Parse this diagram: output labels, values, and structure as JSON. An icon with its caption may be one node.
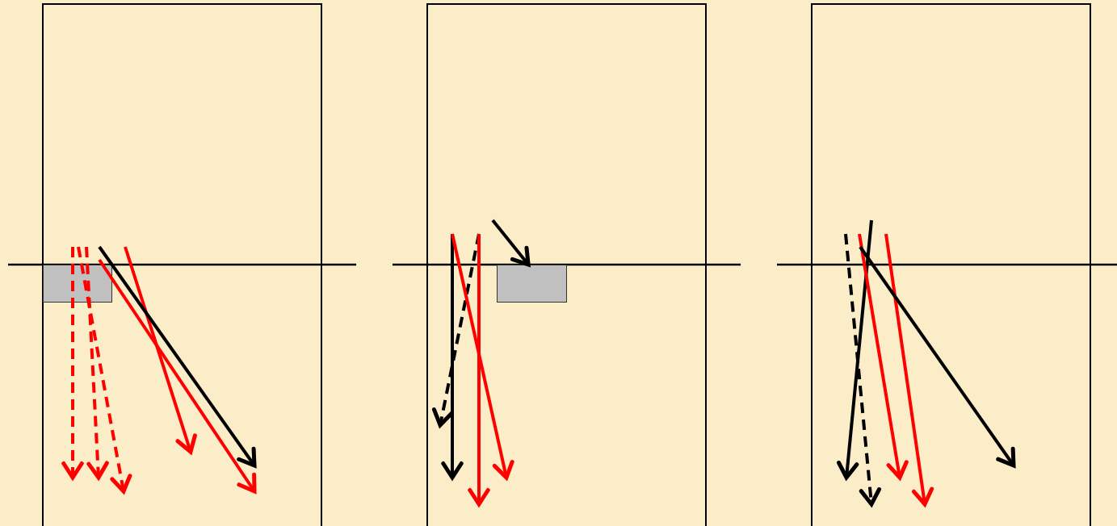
{
  "diagram": {
    "nodes": [
      {
        "text": [],
        "shape": "box"
      },
      {
        "text": [],
        "shape": "box",
        "in": 0
      },
      {
        "text": [],
        "shape": "box"
      },
      {
        "text": [],
        "shape": "box",
        "in": 2
      },
      {
        "text": [],
        "shape": "box"
      }
    ],
    "edges": [
      {
        "from": null,
        "to": 3,
        "arrow": "to",
        "color": "#000000"
      }
    ]
  }
}
